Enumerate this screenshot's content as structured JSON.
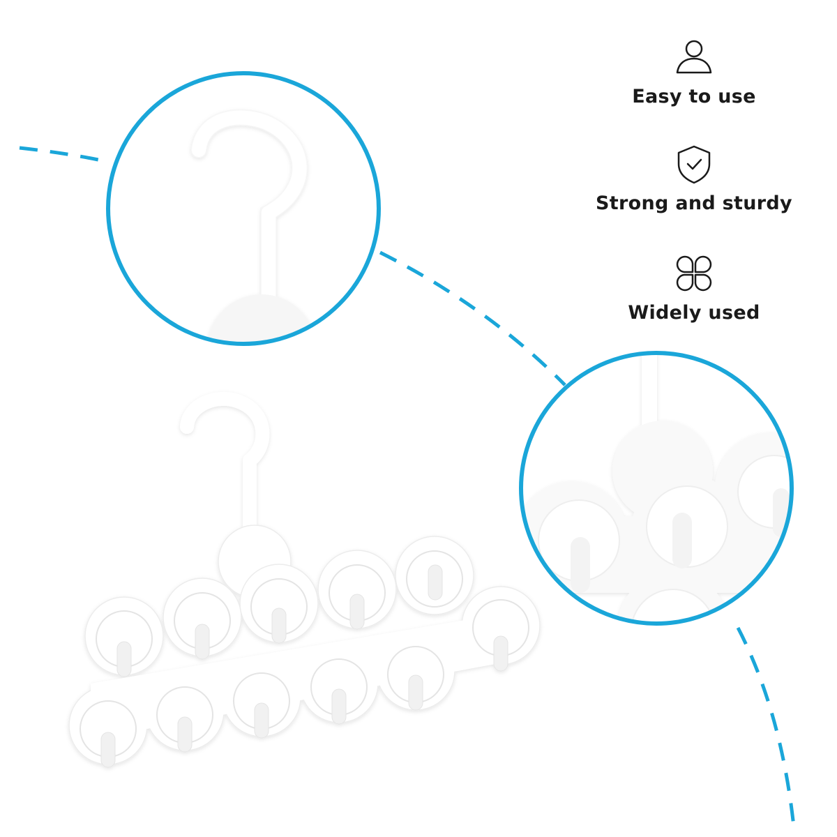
{
  "features": [
    {
      "label": "Easy to use",
      "icon": "user-icon"
    },
    {
      "label": "Strong and sturdy",
      "icon": "shield-check-icon"
    },
    {
      "label": "Widely used",
      "icon": "clover-grid-icon"
    }
  ],
  "colors": {
    "accent": "#1aa6d9",
    "product": "#ffffff",
    "product_shade": "#e9e9e9",
    "text": "#1a1a1a"
  }
}
